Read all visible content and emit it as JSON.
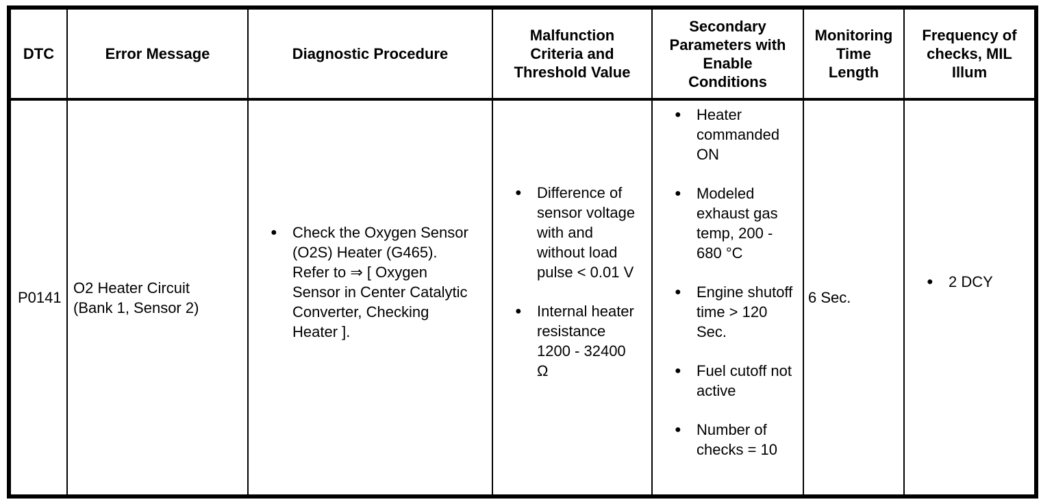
{
  "table": {
    "column_headers": [
      "DTC",
      "Error Message",
      "Diagnostic Procedure",
      "Malfunction\nCriteria and\nThreshold Value",
      "Secondary\nParameters with\nEnable\nConditions",
      "Monitoring\nTime\nLength",
      "Frequency of\nchecks, MIL\nIllum"
    ],
    "rows": [
      {
        "dtc": "P0141",
        "error_message": "O2 Heater Circuit\n(Bank 1, Sensor 2)",
        "diagnostic_procedure": [
          "Check the Oxygen Sensor\n(O2S) Heater (G465).\nRefer to ⇒ [ Oxygen\nSensor in Center Catalytic\nConverter, Checking\nHeater ]."
        ],
        "malfunction_criteria": [
          "Difference of\nsensor voltage\nwith and\nwithout load\npulse < 0.01 V",
          "Internal heater\nresistance\n1200 - 32400\nΩ"
        ],
        "secondary_parameters": [
          "Heater\ncommanded\nON",
          "Modeled\nexhaust gas\ntemp, 200 -\n680 °C",
          "Engine shutoff\ntime > 120\nSec.",
          "Fuel cutoff not\nactive",
          "Number of\nchecks = 10"
        ],
        "monitoring_time_length": "6 Sec.",
        "frequency_of_checks": [
          "2 DCY"
        ]
      }
    ]
  }
}
